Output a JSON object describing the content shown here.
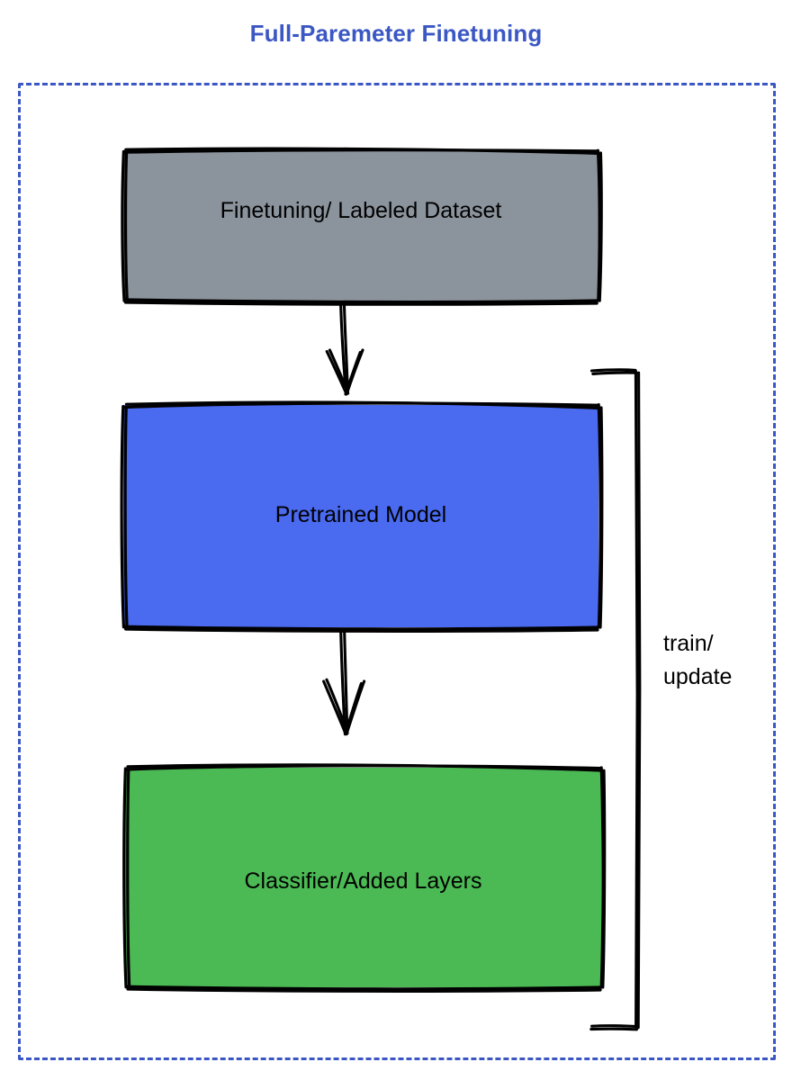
{
  "title": "Full-Paremeter Finetuning",
  "colors": {
    "accent": "#3b57c4",
    "dataset_fill": "#8b939c",
    "pretrained_fill": "#4a6af0",
    "classifier_fill": "#4cba54",
    "stroke": "#000000",
    "background": "#ffffff"
  },
  "frame": {
    "border_style": "dashed",
    "border_color": "#3b57c4"
  },
  "nodes": [
    {
      "id": "dataset",
      "label": "Finetuning/ Labeled Dataset",
      "fill": "#8b939c"
    },
    {
      "id": "pretrained",
      "label": "Pretrained Model",
      "fill": "#4a6af0"
    },
    {
      "id": "classifier",
      "label": "Classifier/Added Layers",
      "fill": "#4cba54"
    }
  ],
  "edges": [
    {
      "id": "dataset-to-pretrained",
      "from": "dataset",
      "to": "pretrained",
      "label": ""
    },
    {
      "id": "pretrained-to-classifier",
      "from": "pretrained",
      "to": "classifier",
      "label": ""
    },
    {
      "id": "feedback-loop",
      "from": "classifier",
      "to": "pretrained",
      "label_line1": "train/",
      "label_line2": "update"
    }
  ],
  "loop_label": {
    "line1": "train/",
    "line2": "update"
  }
}
